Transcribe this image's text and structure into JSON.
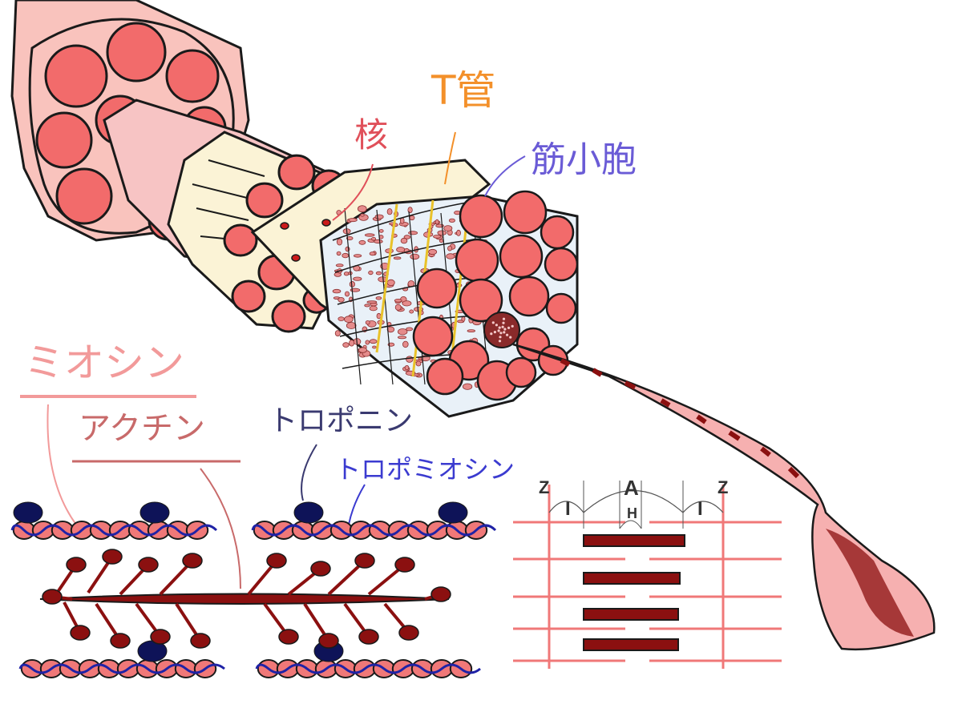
{
  "labels": {
    "nucleus": "核",
    "t_tubule": "T管",
    "sarcoplasmic_reticulum": "筋小胞",
    "myosin": "ミオシン",
    "actin": "アクチン",
    "troponin": "トロポニン",
    "tropomyosin": "トロポミオシン"
  },
  "sarcomere_labels": {
    "z_left": "Z",
    "i_left": "I",
    "a_band": "A",
    "h_zone": "H",
    "i_right": "I",
    "z_right": "Z"
  },
  "colors": {
    "fibril": "#f26b6b",
    "outline": "#1a1a1a",
    "sheath": "#f9c3bd",
    "cream": "#fbf3d6",
    "myosin_dark": "#8b1010",
    "actin_pink": "#f07878",
    "troponin": "#0e1358",
    "tropomyosin": "#1f22a6",
    "nucleus_label": "#e0505a",
    "t_tubule_label": "#f3902a",
    "sr_label": "#6a5bd6",
    "myosin_label": "#f29a9a",
    "actin_label": "#c86a6a",
    "troponin_label": "#3a3a70",
    "tropomyosin_label": "#3b3bd0"
  }
}
